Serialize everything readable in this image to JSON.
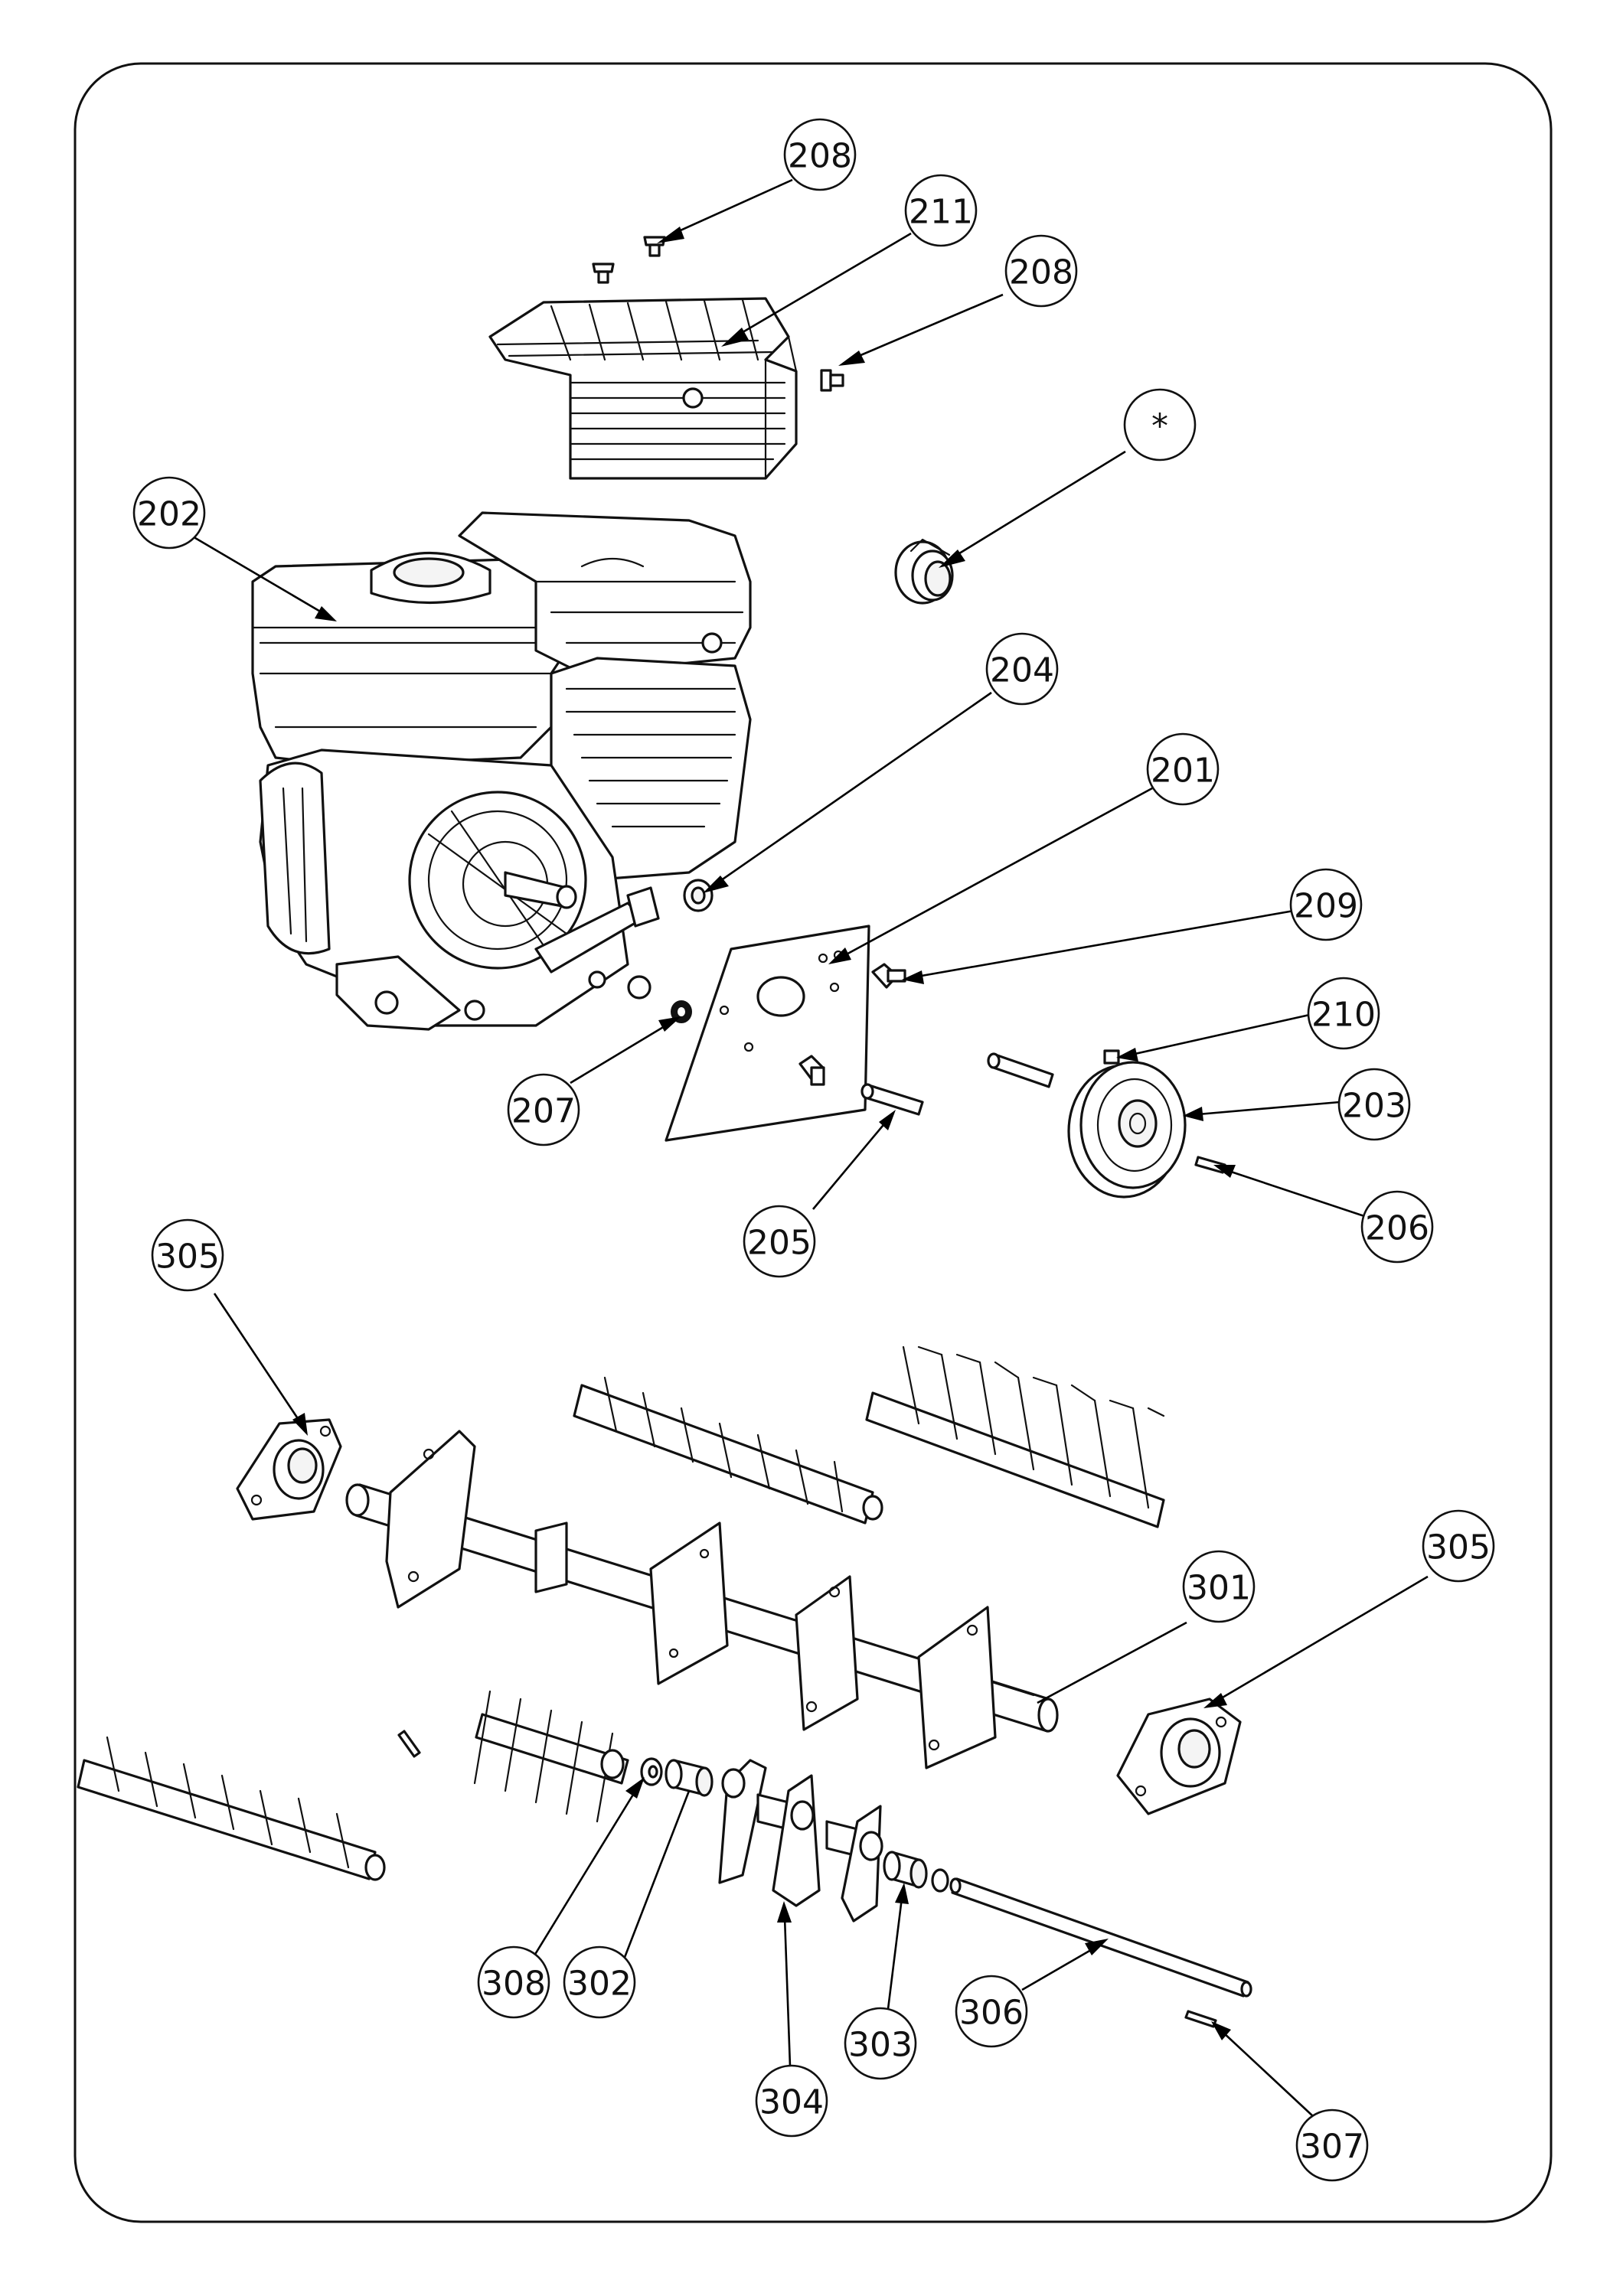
{
  "diagram": {
    "callouts": [
      {
        "id": "c208a",
        "label": "208"
      },
      {
        "id": "c211",
        "label": "211"
      },
      {
        "id": "c208b",
        "label": "208"
      },
      {
        "id": "cstar",
        "label": "*"
      },
      {
        "id": "c202",
        "label": "202"
      },
      {
        "id": "c204",
        "label": "204"
      },
      {
        "id": "c201",
        "label": "201"
      },
      {
        "id": "c209",
        "label": "209"
      },
      {
        "id": "c210",
        "label": "210"
      },
      {
        "id": "c203",
        "label": "203"
      },
      {
        "id": "c207",
        "label": "207"
      },
      {
        "id": "c205",
        "label": "205"
      },
      {
        "id": "c206",
        "label": "206"
      },
      {
        "id": "c305a",
        "label": "305"
      },
      {
        "id": "c305b",
        "label": "305"
      },
      {
        "id": "c301",
        "label": "301"
      },
      {
        "id": "c308",
        "label": "308"
      },
      {
        "id": "c302",
        "label": "302"
      },
      {
        "id": "c304",
        "label": "304"
      },
      {
        "id": "c303",
        "label": "303"
      },
      {
        "id": "c306",
        "label": "306"
      },
      {
        "id": "c307",
        "label": "307"
      }
    ]
  }
}
